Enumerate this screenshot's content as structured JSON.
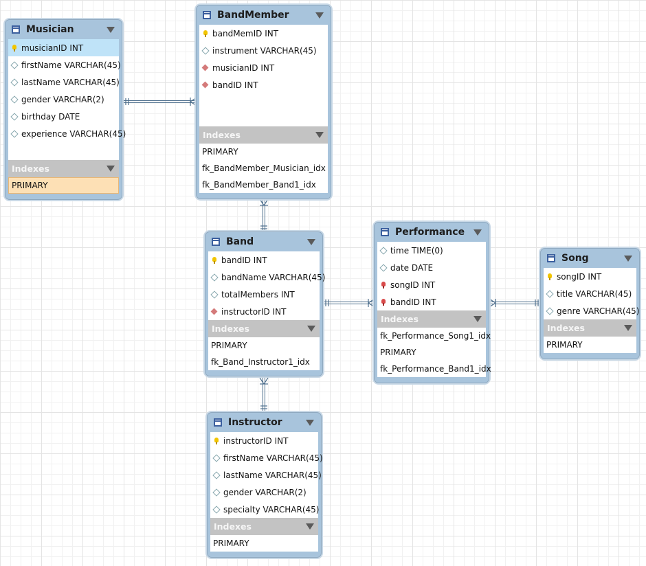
{
  "diagram": {
    "entities": [
      {
        "id": "musician",
        "name": "Musician",
        "columns": [
          {
            "icon": "pk",
            "label": "musicianID INT",
            "selected": true
          },
          {
            "icon": "attr",
            "label": "firstName VARCHAR(45)"
          },
          {
            "icon": "attr",
            "label": "lastName VARCHAR(45)"
          },
          {
            "icon": "attr",
            "label": "gender VARCHAR(2)"
          },
          {
            "icon": "attr",
            "label": "birthday DATE"
          },
          {
            "icon": "attr",
            "label": "experience VARCHAR(45)"
          }
        ],
        "indexes_label": "Indexes",
        "indexes": [
          {
            "label": "PRIMARY",
            "selected": true
          }
        ]
      },
      {
        "id": "bandmember",
        "name": "BandMember",
        "columns": [
          {
            "icon": "pk",
            "label": "bandMemID INT"
          },
          {
            "icon": "attr",
            "label": "instrument VARCHAR(45)"
          },
          {
            "icon": "fk",
            "label": "musicianID INT"
          },
          {
            "icon": "fk",
            "label": "bandID INT"
          }
        ],
        "indexes_label": "Indexes",
        "indexes": [
          {
            "label": "PRIMARY"
          },
          {
            "label": "fk_BandMember_Musician_idx"
          },
          {
            "label": "fk_BandMember_Band1_idx"
          }
        ]
      },
      {
        "id": "band",
        "name": "Band",
        "columns": [
          {
            "icon": "pk",
            "label": "bandID INT"
          },
          {
            "icon": "attr",
            "label": "bandName VARCHAR(45)"
          },
          {
            "icon": "attr",
            "label": "totalMembers INT"
          },
          {
            "icon": "fk",
            "label": "instructorID INT"
          }
        ],
        "indexes_label": "Indexes",
        "indexes": [
          {
            "label": "PRIMARY"
          },
          {
            "label": "fk_Band_Instructor1_idx"
          }
        ]
      },
      {
        "id": "performance",
        "name": "Performance",
        "columns": [
          {
            "icon": "attr",
            "label": "time TIME(0)"
          },
          {
            "icon": "attr",
            "label": "date DATE"
          },
          {
            "icon": "pkfk",
            "label": "songID INT"
          },
          {
            "icon": "pkfk",
            "label": "bandID INT"
          }
        ],
        "indexes_label": "Indexes",
        "indexes": [
          {
            "label": "fk_Performance_Song1_idx"
          },
          {
            "label": "PRIMARY"
          },
          {
            "label": "fk_Performance_Band1_idx"
          }
        ]
      },
      {
        "id": "song",
        "name": "Song",
        "columns": [
          {
            "icon": "pk",
            "label": "songID INT"
          },
          {
            "icon": "attr",
            "label": "title VARCHAR(45)"
          },
          {
            "icon": "attr",
            "label": "genre VARCHAR(45)"
          }
        ],
        "indexes_label": "Indexes",
        "indexes": [
          {
            "label": "PRIMARY"
          }
        ]
      },
      {
        "id": "instructor",
        "name": "Instructor",
        "columns": [
          {
            "icon": "pk",
            "label": "instructorID INT"
          },
          {
            "icon": "attr",
            "label": "firstName VARCHAR(45)"
          },
          {
            "icon": "attr",
            "label": "lastName VARCHAR(45)"
          },
          {
            "icon": "attr",
            "label": "gender VARCHAR(2)"
          },
          {
            "icon": "attr",
            "label": "specialty VARCHAR(45)"
          }
        ],
        "indexes_label": "Indexes",
        "indexes": [
          {
            "label": "PRIMARY"
          }
        ]
      }
    ],
    "relationships": [
      {
        "from": "musician",
        "to": "bandmember",
        "from_end": "one-and-only-one",
        "to_end": "one-or-many"
      },
      {
        "from": "bandmember",
        "to": "band",
        "from_end": "one-or-many",
        "to_end": "one-and-only-one"
      },
      {
        "from": "band",
        "to": "performance",
        "from_end": "one-and-only-one",
        "to_end": "one-or-many"
      },
      {
        "from": "performance",
        "to": "song",
        "from_end": "one-or-many",
        "to_end": "one-and-only-one"
      },
      {
        "from": "band",
        "to": "instructor",
        "from_end": "one-or-many",
        "to_end": "one-and-only-one"
      }
    ],
    "colors": {
      "entity_header": "#a8c4dc",
      "index_header": "#c3c3c3",
      "selected_column": "#bfe3f8",
      "selected_index": "#fde0b5",
      "connector": "#4e6f8d"
    }
  }
}
